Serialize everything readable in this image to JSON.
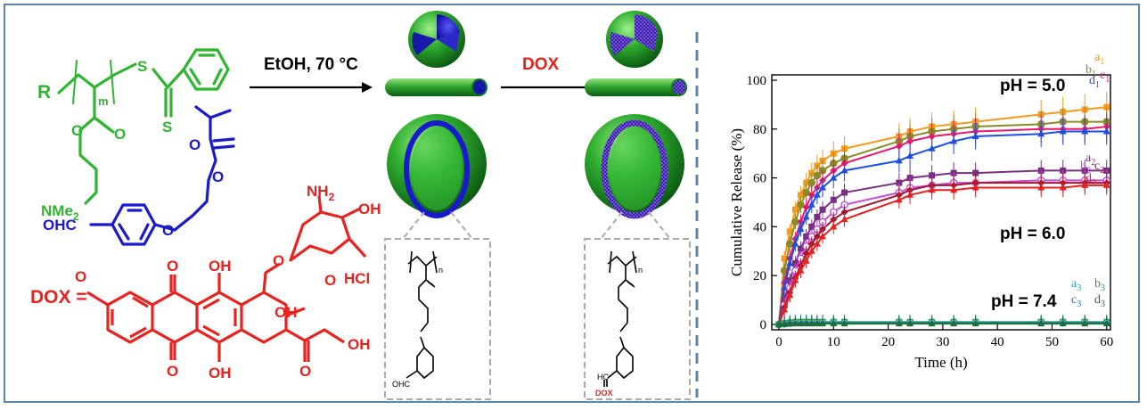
{
  "scheme": {
    "reagent_label": "EtOH, 70 °C",
    "load_label": "DOX",
    "dox_equals": "DOX =",
    "mol_labels": {
      "r": "R",
      "m": "m",
      "s_top": "S",
      "s_bottom": "S",
      "nme2": "NMe",
      "nme2_sub": "2",
      "ohc": "OHC",
      "nh2": "NH",
      "nh2_sub": "2",
      "oh": "OH",
      "hcl": "HCl",
      "n": "n",
      "inset_ohc": "OHC",
      "inset_dox": "DOX",
      "inset_hc": "HC"
    }
  },
  "colors": {
    "frame": "#5f86a6",
    "green": "#2fb52f",
    "blue": "#1a1acc",
    "red": "#e8221f"
  },
  "chart_data": {
    "type": "line",
    "xlabel": "Time (h)",
    "ylabel": "Cumulative Release (%)",
    "xlim": [
      0,
      62
    ],
    "ylim": [
      0,
      100
    ],
    "xticks": [
      0,
      10,
      20,
      30,
      40,
      50,
      60
    ],
    "yticks": [
      0,
      20,
      40,
      60,
      80,
      100
    ],
    "grid": false,
    "annotations": [
      "pH = 5.0",
      "pH = 6.0",
      "pH = 7.4"
    ],
    "x": [
      0,
      1,
      2,
      3,
      4,
      5,
      6,
      7,
      8,
      10,
      12,
      22,
      24,
      28,
      32,
      36,
      48,
      52,
      56,
      60
    ],
    "series": [
      {
        "name": "a1",
        "label_main": "a",
        "label_sub": "1",
        "color": "#f59a20",
        "values": [
          0,
          27,
          38,
          47,
          53,
          58,
          62,
          65,
          67,
          70,
          72,
          77,
          79,
          81,
          82,
          83,
          86,
          87,
          88,
          89
        ]
      },
      {
        "name": "b1",
        "label_main": "b",
        "label_sub": "1",
        "color": "#8a8a28",
        "values": [
          0,
          22,
          33,
          42,
          49,
          54,
          58,
          61,
          63,
          66,
          68,
          75,
          77,
          79,
          80,
          81,
          82,
          83,
          83,
          83
        ]
      },
      {
        "name": "c1",
        "label_main": "c",
        "label_sub": "1",
        "color": "#e8176f",
        "values": [
          0,
          17,
          27,
          35,
          42,
          48,
          53,
          56,
          59,
          63,
          66,
          73,
          75,
          77,
          78,
          79,
          80,
          80,
          80,
          81
        ]
      },
      {
        "name": "d1",
        "label_main": "d",
        "label_sub": "1",
        "color": "#1f4fe0",
        "values": [
          0,
          15,
          25,
          33,
          39,
          44,
          49,
          53,
          56,
          60,
          63,
          67,
          69,
          72,
          75,
          77,
          78,
          79,
          79,
          79
        ]
      },
      {
        "name": "a2",
        "label_main": "a",
        "label_sub": "2",
        "color": "#7a2e82",
        "values": [
          0,
          10,
          18,
          25,
          31,
          36,
          40,
          44,
          47,
          51,
          54,
          58,
          60,
          61,
          62,
          62,
          63,
          63,
          63,
          63
        ]
      },
      {
        "name": "b2",
        "label_main": "b",
        "label_sub": "2",
        "color": "#c64ed8",
        "values": [
          0,
          8,
          15,
          22,
          27,
          32,
          36,
          39,
          42,
          46,
          49,
          54,
          56,
          57,
          58,
          58,
          59,
          59,
          59,
          59
        ]
      },
      {
        "name": "c2",
        "label_main": "c",
        "label_sub": "2",
        "color": "#a01830",
        "values": [
          0,
          7,
          13,
          19,
          24,
          29,
          33,
          36,
          39,
          43,
          46,
          53,
          55,
          57,
          57,
          58,
          58,
          58,
          58,
          58
        ]
      },
      {
        "name": "d2",
        "label_main": "d",
        "label_sub": "2",
        "color": "#e52020",
        "values": [
          0,
          6,
          12,
          18,
          22,
          26,
          30,
          33,
          36,
          40,
          43,
          51,
          53,
          55,
          55,
          56,
          56,
          56,
          57,
          57
        ]
      },
      {
        "name": "a3",
        "label_main": "a",
        "label_sub": "3",
        "color": "#20a8c0",
        "values": [
          0,
          0.5,
          0.8,
          1,
          1,
          1,
          1,
          1,
          1,
          1,
          1,
          1,
          1,
          1,
          1,
          1,
          1,
          1,
          1,
          1
        ]
      },
      {
        "name": "b3",
        "label_main": "b",
        "label_sub": "3",
        "color": "#2d9a3a",
        "values": [
          0,
          0.3,
          0.6,
          0.8,
          0.8,
          0.8,
          0.8,
          0.8,
          0.8,
          0.8,
          0.8,
          0.8,
          0.8,
          0.8,
          0.8,
          0.8,
          0.8,
          0.8,
          0.8,
          0.8
        ]
      },
      {
        "name": "c3",
        "label_main": "c",
        "label_sub": "3",
        "color": "#1a6fd0",
        "values": [
          0,
          0.2,
          0.4,
          0.5,
          0.5,
          0.5,
          0.5,
          0.5,
          0.5,
          0.5,
          0.5,
          0.5,
          0.5,
          0.5,
          0.5,
          0.5,
          0.5,
          0.5,
          0.5,
          0.5
        ]
      },
      {
        "name": "d3",
        "label_main": "d",
        "label_sub": "3",
        "color": "#1d6e3a",
        "values": [
          0,
          0.1,
          0.2,
          0.3,
          0.3,
          0.3,
          0.3,
          0.3,
          0.3,
          0.3,
          0.3,
          0.3,
          0.3,
          0.3,
          0.3,
          0.3,
          0.3,
          0.3,
          0.3,
          0.3
        ]
      }
    ]
  }
}
